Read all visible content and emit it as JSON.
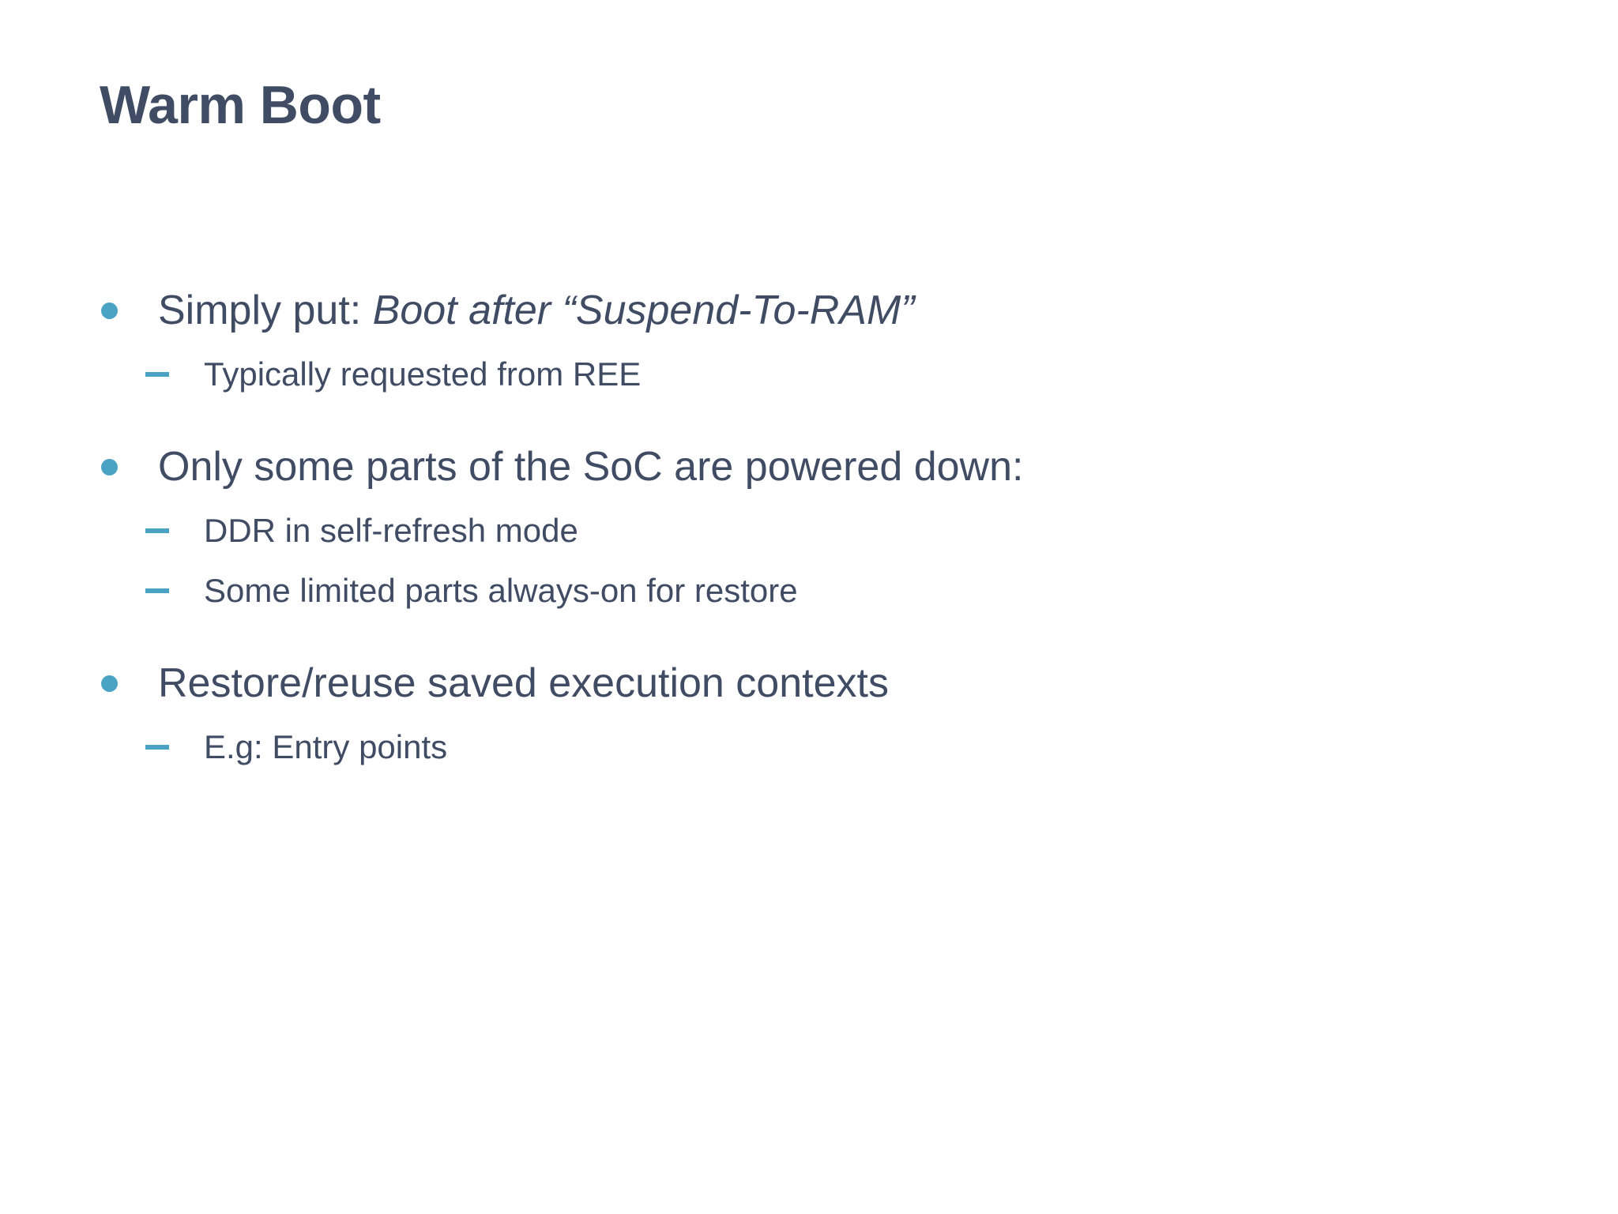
{
  "slide": {
    "title": "Warm Boot",
    "background_color": "#ffffff",
    "text_color": "#404b64",
    "accent_color": "#4ba3c3",
    "bullet_glyph": "bullet-dot",
    "sub_bullet_glyph": "en-dash",
    "groups": [
      {
        "main_prefix": "Simply put: ",
        "main_emphasis": "Boot after “Suspend-To-RAM”",
        "subs": [
          "Typically requested from REE"
        ]
      },
      {
        "main_prefix": "Only some parts of the SoC are powered down:",
        "main_emphasis": "",
        "subs": [
          "DDR in self-refresh mode",
          "Some limited parts always-on for restore"
        ]
      },
      {
        "main_prefix": "Restore/reuse saved execution contexts",
        "main_emphasis": "",
        "subs": [
          "E.g: Entry points"
        ]
      }
    ]
  }
}
